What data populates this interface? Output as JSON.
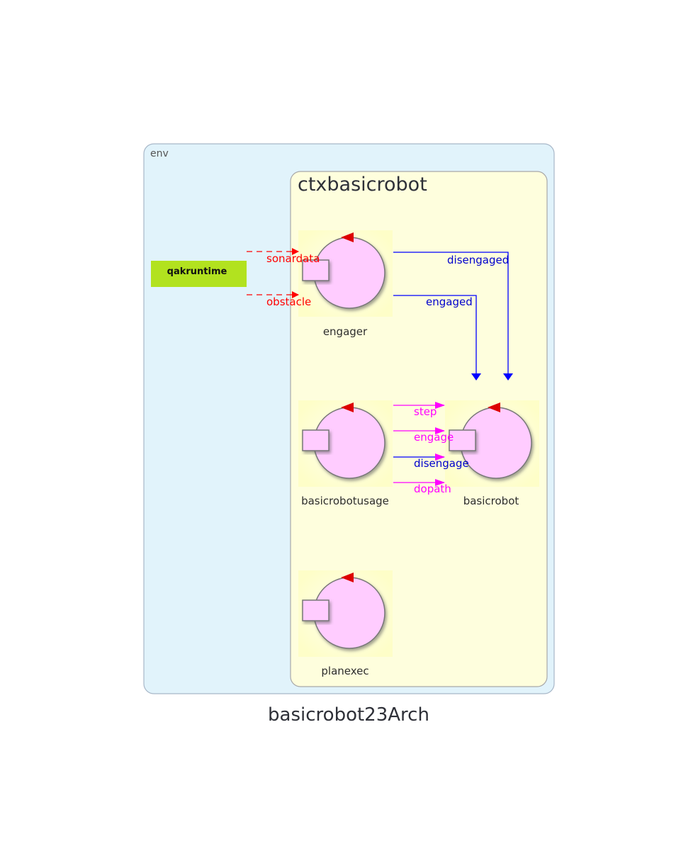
{
  "diagram": {
    "title": "basicrobot23Arch",
    "env_label": "env",
    "context_label": "ctxbasicrobot",
    "runtime_label": "qakruntime",
    "actors": {
      "engager": "engager",
      "basicrobotusage": "basicrobotusage",
      "basicrobot": "basicrobot",
      "planexec": "planexec"
    },
    "edges": {
      "sonardata": "sonardata",
      "obstacle": "obstacle",
      "disengaged": "disengaged",
      "engaged": "engaged",
      "step": "step",
      "engage": "engage",
      "disengage": "disengage",
      "dopath": "dopath"
    },
    "colors": {
      "env_fill": "#e1f3fb",
      "env_stroke": "#a8b7c8",
      "context_fill": "#fefedd",
      "context_stroke": "#a8a8a8",
      "actor_fill": "#ffccff",
      "runtime_fill": "#b2e21f",
      "event_color": "#ff0000",
      "dispatch_color": "#0000ff",
      "request_color": "#ff00ff"
    }
  }
}
